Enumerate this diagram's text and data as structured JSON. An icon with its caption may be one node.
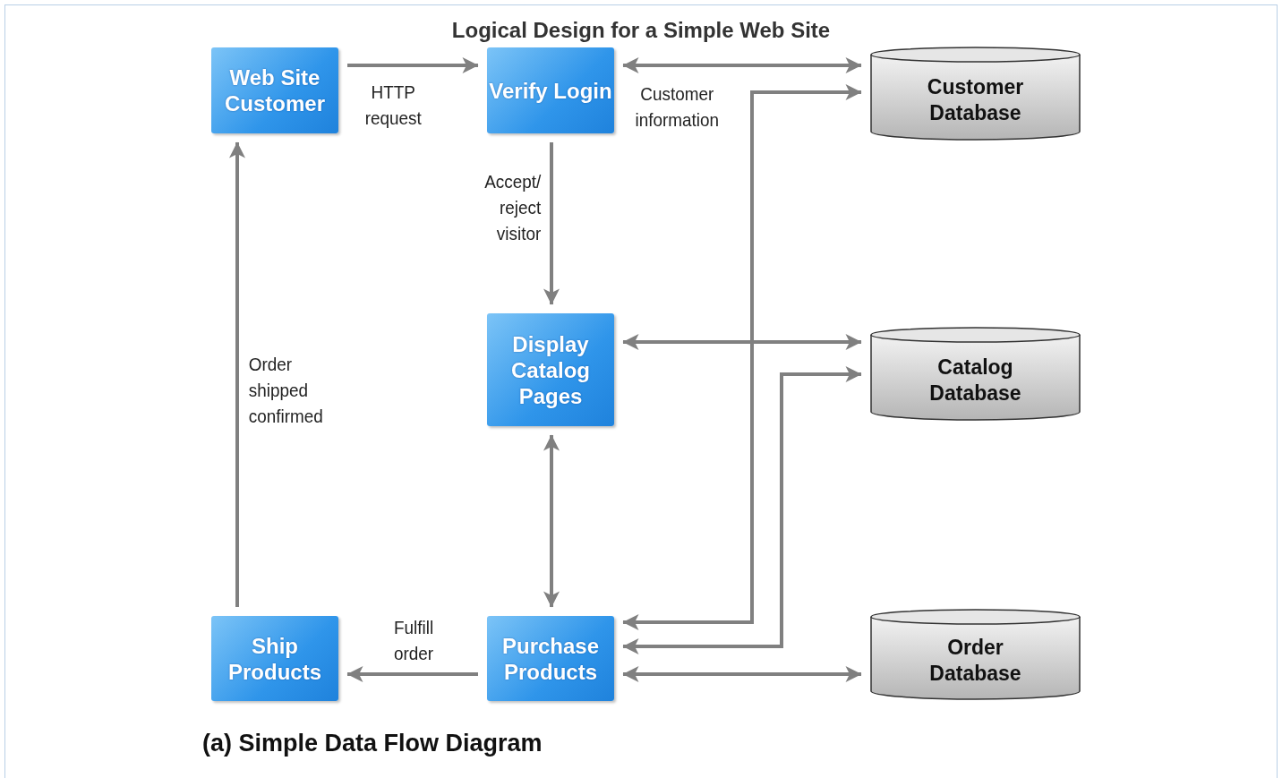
{
  "diagram": {
    "title": "Logical Design for a Simple Web Site",
    "caption": "(a) Simple Data Flow Diagram",
    "nodes": [
      {
        "text": [
          "Web Site Customer"
        ]
      },
      {
        "text": [
          "Verify Login"
        ]
      },
      {
        "text": [
          "Customer Database"
        ]
      },
      {
        "text": [
          "Display Catalog Pages"
        ]
      },
      {
        "text": [
          "Catalog Database"
        ]
      },
      {
        "text": [
          "Ship Products"
        ]
      },
      {
        "text": [
          "Purchase Products"
        ]
      },
      {
        "text": [
          "Order Database"
        ]
      }
    ],
    "edges": [
      {
        "from": 0,
        "to": 1,
        "arrow": "to",
        "label": "HTTP request"
      },
      {
        "from": 1,
        "to": 2,
        "arrow": "both",
        "label": "Customer information"
      },
      {
        "from": 6,
        "to": 2,
        "arrow": "both"
      },
      {
        "from": 1,
        "to": 3,
        "arrow": "to",
        "label": "Accept/ reject visitor"
      },
      {
        "from": 3,
        "to": 4,
        "arrow": "both"
      },
      {
        "from": 6,
        "to": 4,
        "arrow": "both"
      },
      {
        "from": 3,
        "to": 6,
        "arrow": "both"
      },
      {
        "from": 6,
        "to": 5,
        "arrow": "to",
        "label": "Fulfill order"
      },
      {
        "from": 5,
        "to": 0,
        "arrow": "to",
        "label": "Order shipped confirmed"
      },
      {
        "from": 6,
        "to": 7,
        "arrow": "both"
      }
    ]
  }
}
